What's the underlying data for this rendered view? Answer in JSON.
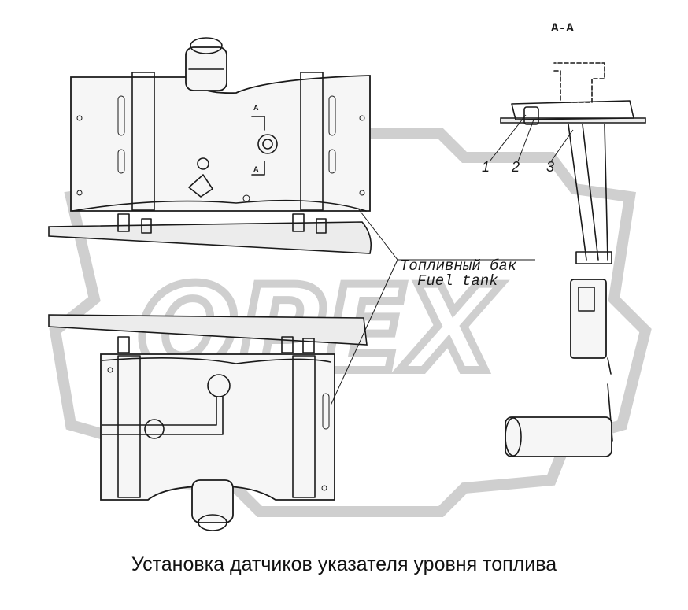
{
  "section_label": "A-A",
  "section_marker": "A",
  "callouts": [
    "1",
    "2",
    "3"
  ],
  "label_ru": "Топливный бак",
  "label_en": "Fuel tank",
  "watermark": "OPEX",
  "caption": "Установка датчиков указателя уровня топлива"
}
